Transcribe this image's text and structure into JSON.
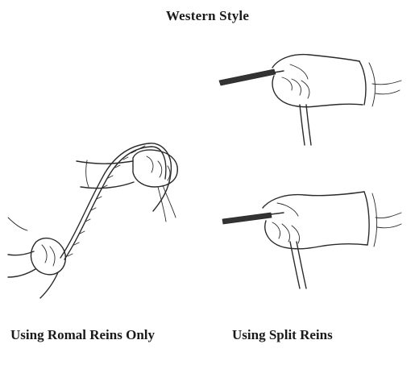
{
  "title": "Western Style",
  "captions": {
    "romal": "Using  Romal Reins Only",
    "split": "Using Split Reins"
  },
  "illustrations": [
    {
      "name": "romal-reins-hands",
      "icon": "hands-holding-romal-reins-drawing"
    },
    {
      "name": "split-reins-hand-top",
      "icon": "hand-holding-split-reins-drawing"
    },
    {
      "name": "split-reins-hand-bottom",
      "icon": "hand-holding-split-reins-drawing"
    }
  ]
}
